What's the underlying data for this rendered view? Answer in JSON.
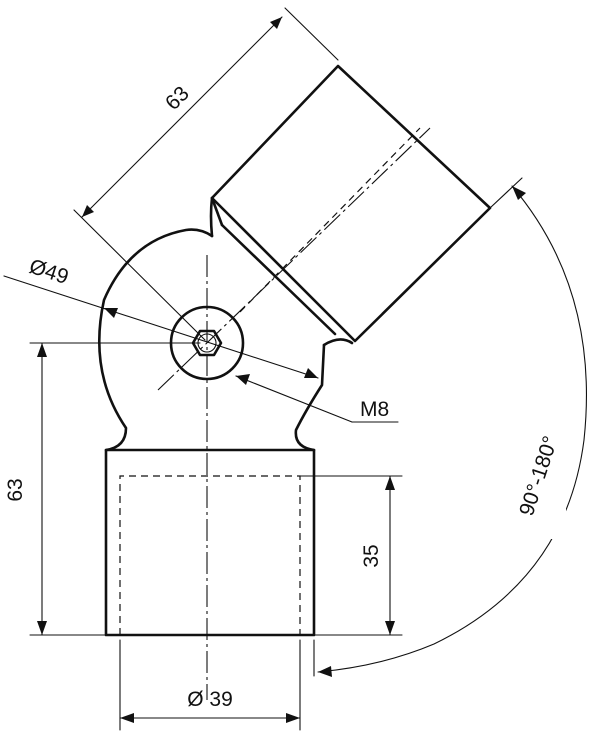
{
  "dimensions": {
    "arm_length": "63",
    "ball_diameter": "Ø49",
    "thread": "M8",
    "base_height": "63",
    "socket_depth": "35",
    "tube_diameter": "Ø 39",
    "angle_range": "90°-180°"
  }
}
